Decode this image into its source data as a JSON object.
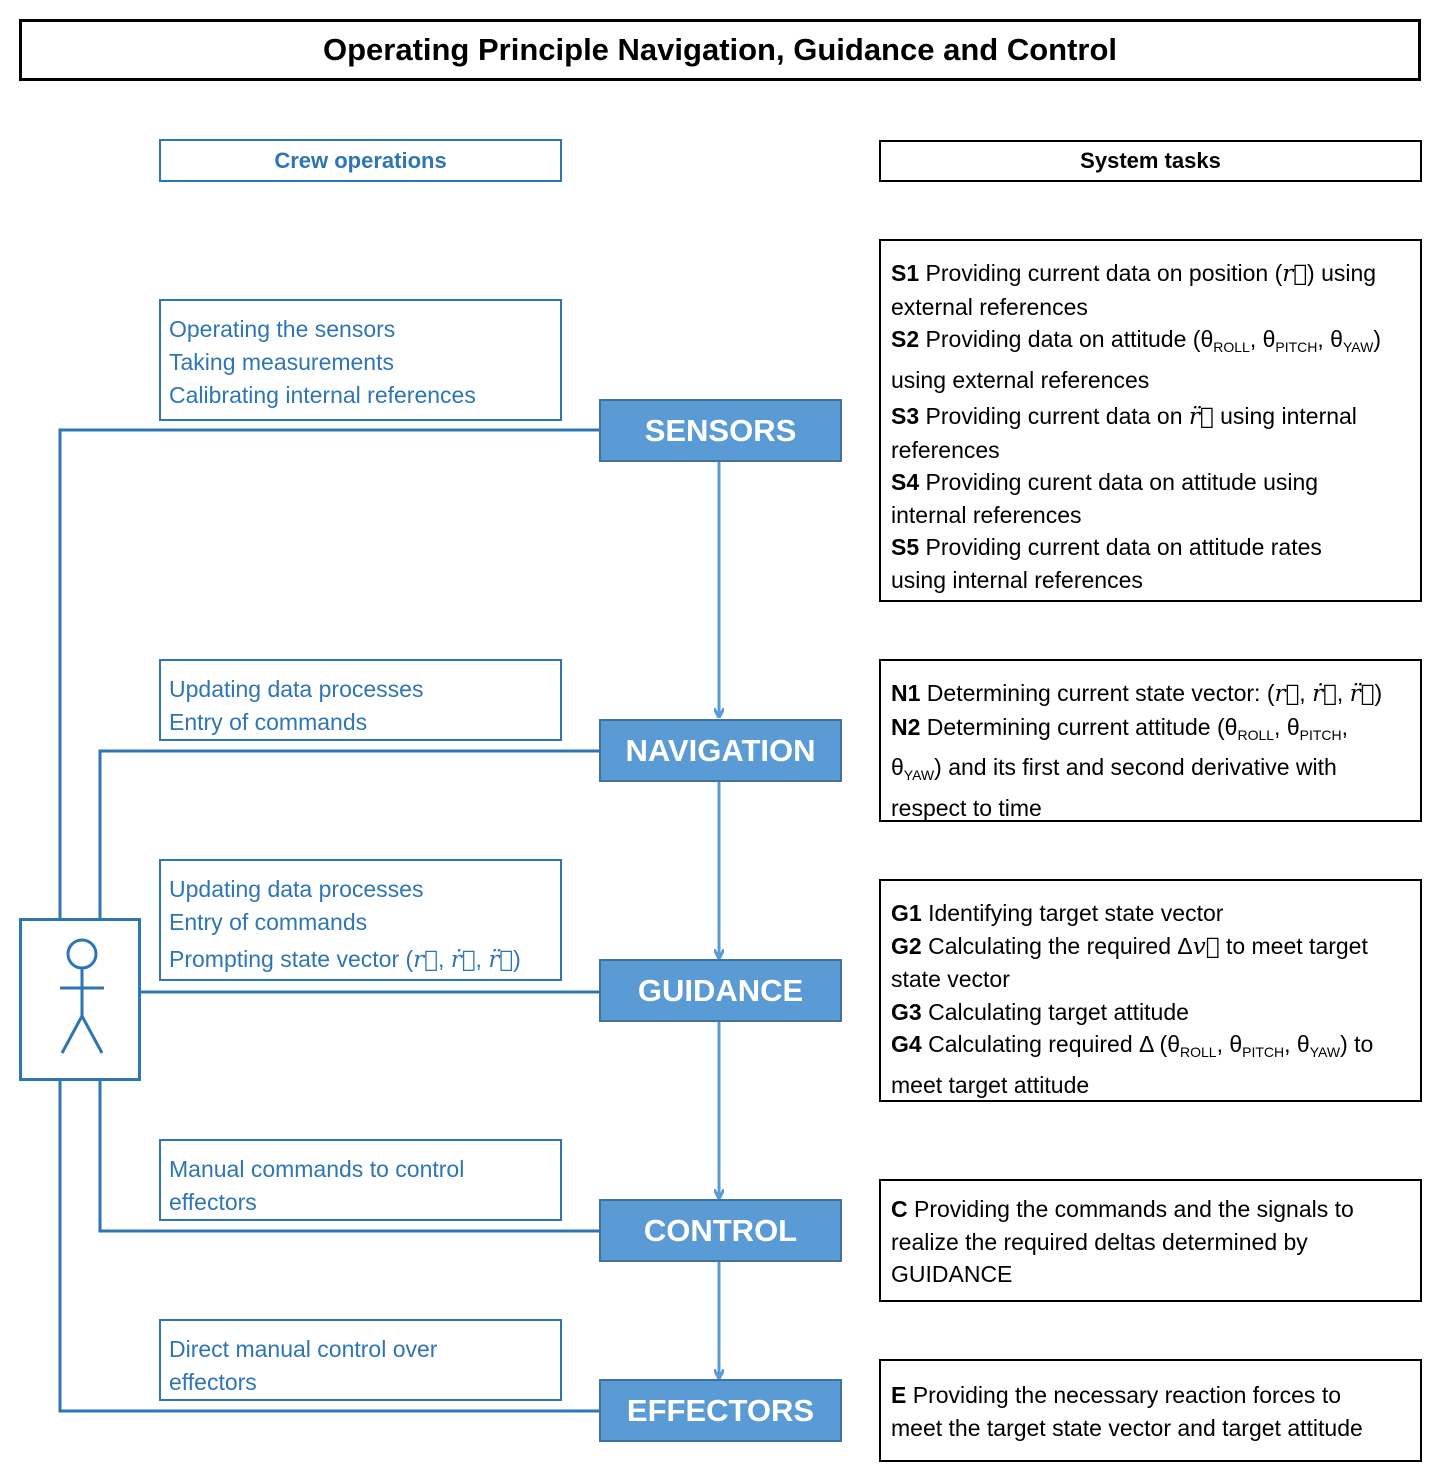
{
  "title": "Operating Principle Navigation, Guidance and Control",
  "crew_header": "Crew operations",
  "system_header": "System tasks",
  "stages": {
    "sensors": "SENSORS",
    "navigation": "NAVIGATION",
    "guidance": "GUIDANCE",
    "control": "CONTROL",
    "effectors": "EFFECTORS"
  },
  "crew": {
    "sensors": [
      "Operating the sensors",
      "Taking measurements",
      "Calibrating internal references"
    ],
    "navigation": [
      "Updating data processes",
      "Entry of commands"
    ],
    "guidance": [
      "Updating data processes",
      "Entry of commands",
      "Prompting state vector ("
    ],
    "control": [
      "Manual commands to control",
      "effectors"
    ],
    "effectors": [
      "Direct manual control over",
      "effectors"
    ]
  },
  "tasks": {
    "s1": {
      "id": "S1",
      "t1": "Providing current data on position (",
      "t2": ") using",
      "t3": "external references"
    },
    "s2": {
      "id": "S2",
      "t1": "Providing data on attitude (",
      "t2": "using external references"
    },
    "s3": {
      "id": "S3",
      "t1": "Providing current data on",
      "t2": "using internal",
      "t3": "references"
    },
    "s4": {
      "id": "S4",
      "t1": "Providing curent data on attitude using",
      "t2": "internal references"
    },
    "s5": {
      "id": "S5",
      "t1": "Providing current data on attitude rates",
      "t2": "using internal references"
    },
    "n1": {
      "id": "N1",
      "t1": "Determining current state vector: ("
    },
    "n2": {
      "id": "N2",
      "t1": "Determining current attitude (",
      "t2": ") and its first and second derivative with",
      "t3": "respect to time"
    },
    "g1": {
      "id": "G1",
      "t1": "Identifying target state vector"
    },
    "g2": {
      "id": "G2",
      "t1": "Calculating the required Δ",
      "t2": "to meet target",
      "t3": "state vector"
    },
    "g3": {
      "id": "G3",
      "t1": "Calculating target attitude"
    },
    "g4": {
      "id": "G4",
      "t1": "Calculating required Δ (",
      "t2": ") to",
      "t3": "meet target attitude"
    },
    "c": {
      "id": "C",
      "t1": "Providing the commands and the signals to",
      "t2": "realize the required deltas determined by",
      "t3": "GUIDANCE"
    },
    "e": {
      "id": "E",
      "t1": "Providing the necessary reaction forces to",
      "t2": "meet the target state vector and target attitude"
    }
  },
  "symbols": {
    "theta": "θ",
    "roll": "ROLL",
    "pitch": "PITCH",
    "yaw": "YAW",
    "r": "r⃗",
    "r_dot": "ṙ⃗",
    "r_ddot": "r̈⃗",
    "v": "v⃗"
  },
  "colors": {
    "accent": "#2e75b6",
    "stage_fill": "#5b9bd5",
    "stage_border": "#41719c",
    "arrow": "#5b9bd5"
  }
}
